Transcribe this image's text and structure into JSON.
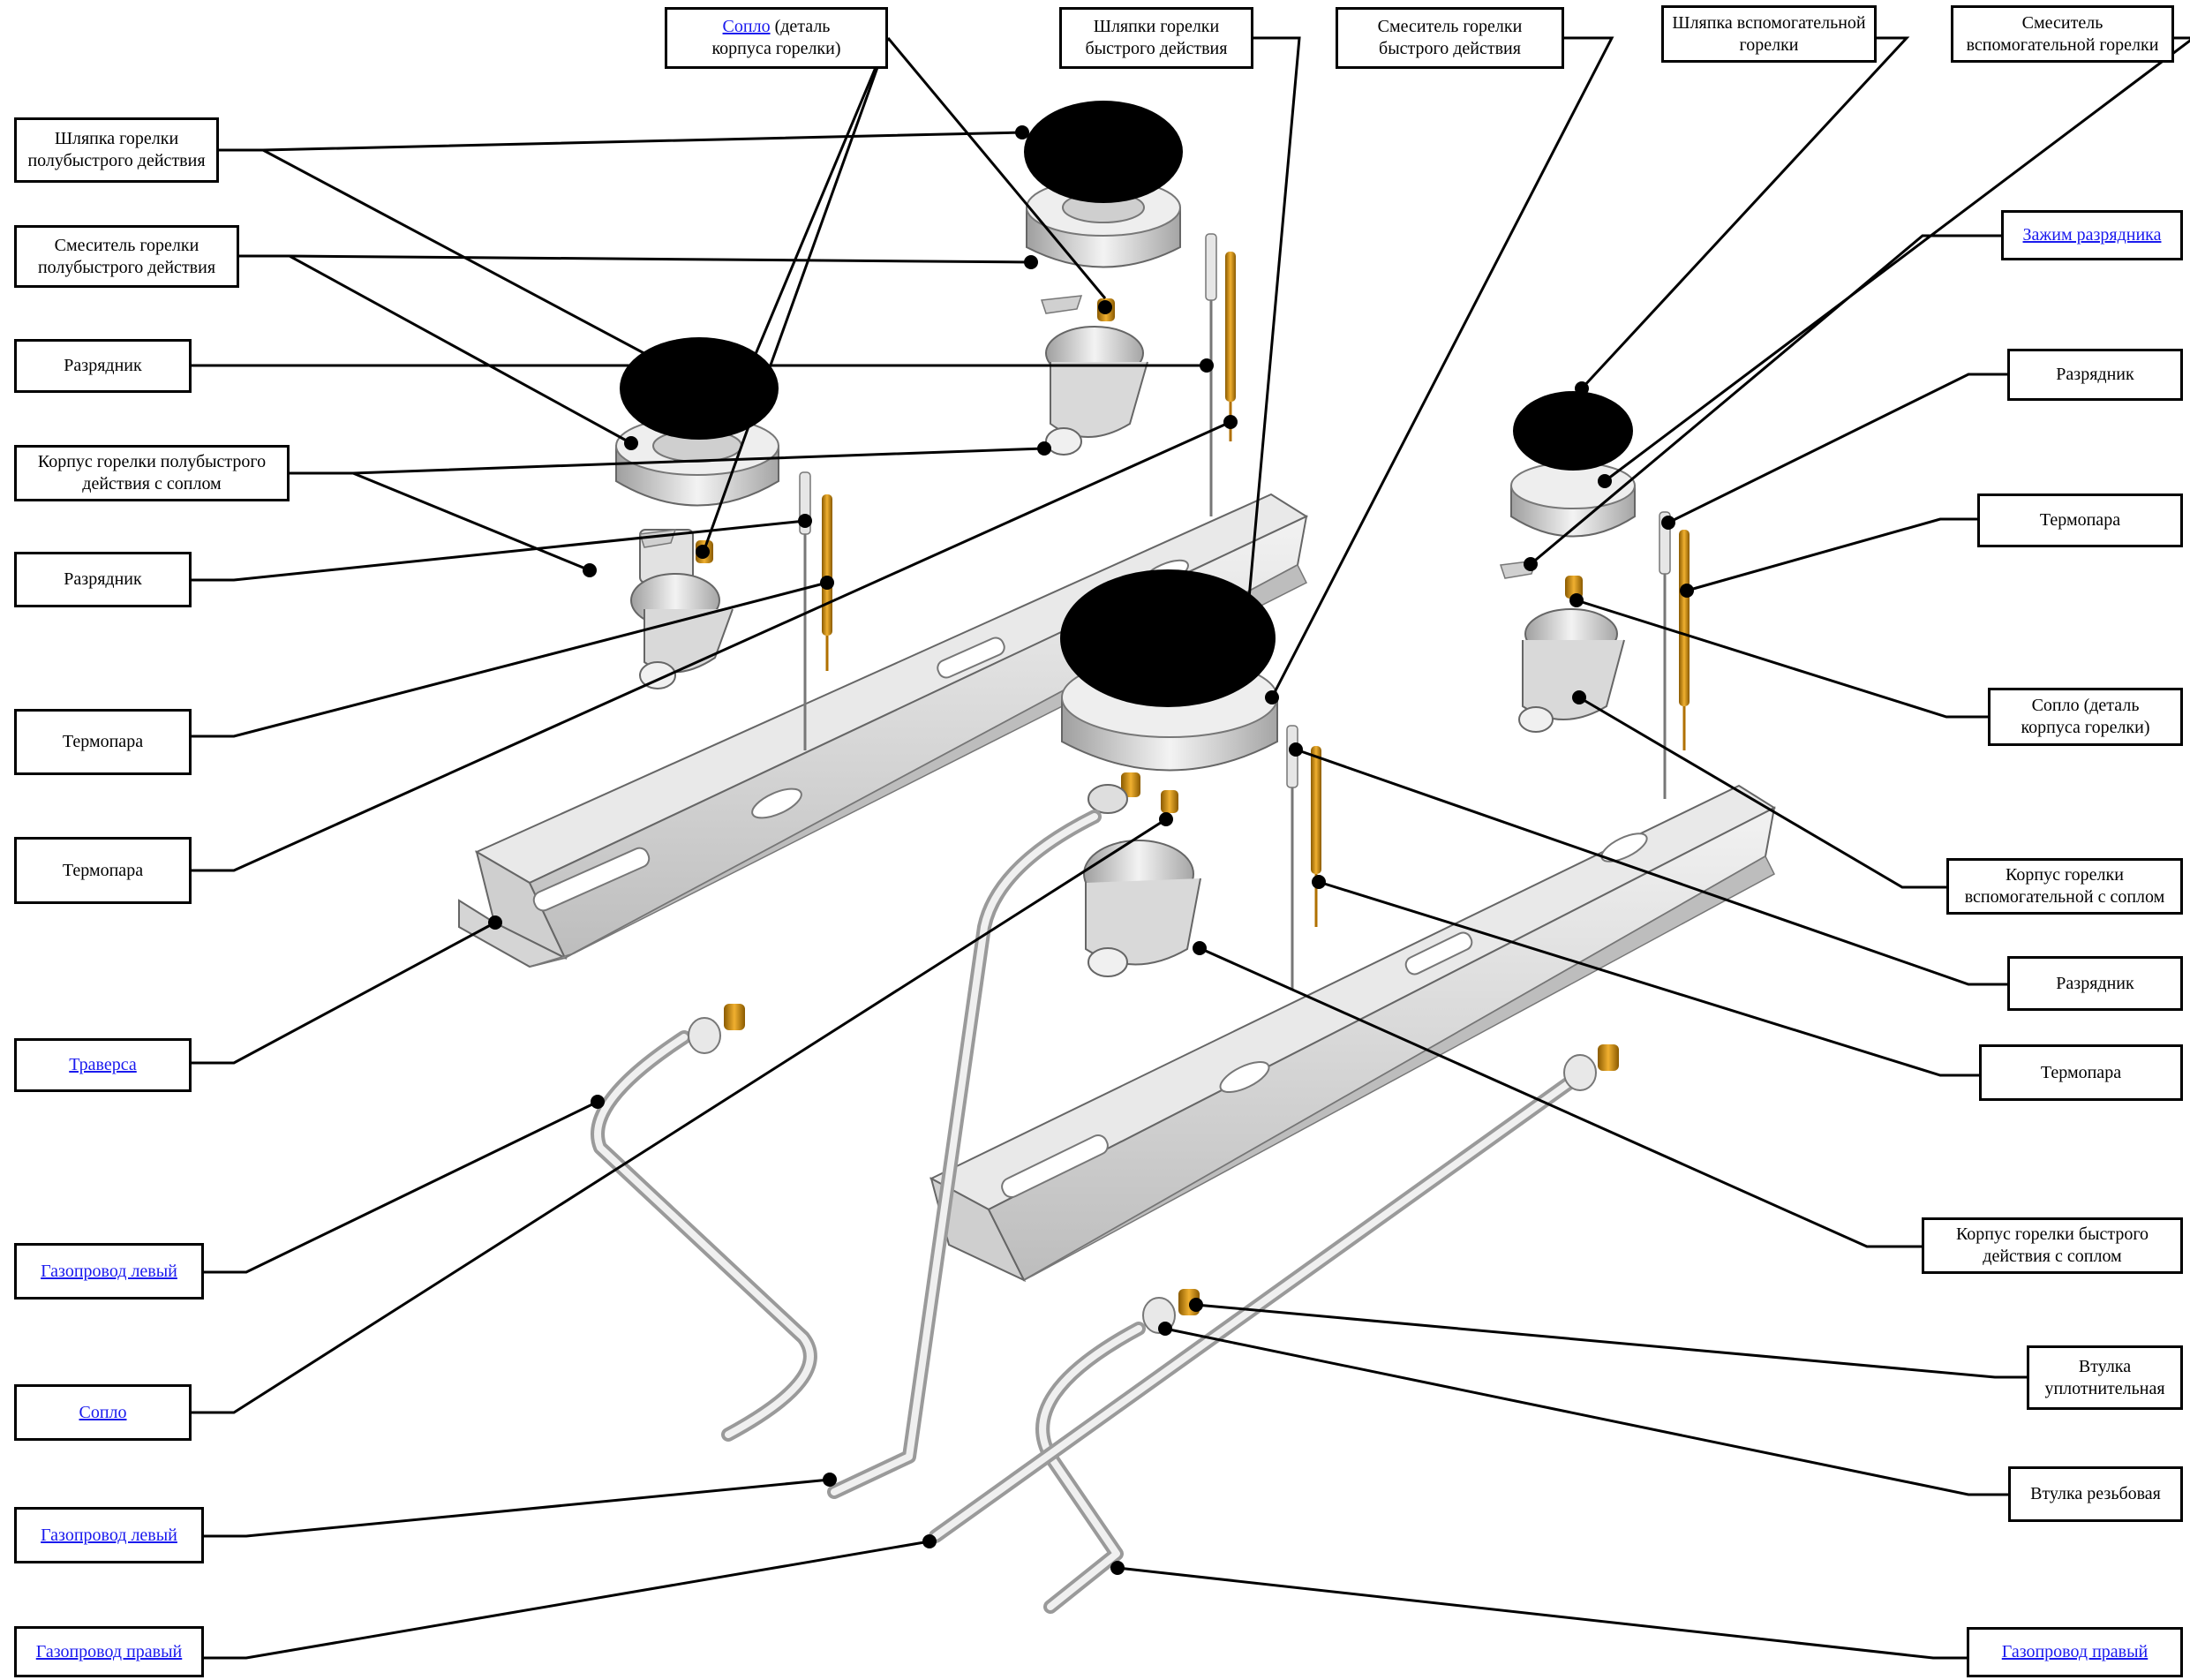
{
  "labels": {
    "soplo_top": {
      "link": "Сопло",
      "line1": " (деталь",
      "line2": "корпуса горелки)"
    },
    "shlyapki_fast": {
      "line1": "Шляпки горелки",
      "line2": "быстрого действия"
    },
    "mixer_fast": {
      "line1": "Смеситель горелки",
      "line2": "быстрого действия"
    },
    "shlyapka_aux": {
      "line1": "Шляпка вспомогательной",
      "line2": "горелки"
    },
    "mixer_aux": {
      "line1": "Смеситель",
      "line2": "вспомогательной горелки"
    },
    "shlyapka_semi": {
      "line1": "Шляпка горелки",
      "line2": "полубыстрого действия"
    },
    "mixer_semi": {
      "line1": "Смеситель горелки",
      "line2": "полубыстрого действия"
    },
    "razryadnik_l1": "Разрядник",
    "korpus_semi": {
      "line1": "Корпус горелки полубыстрого",
      "line2": "действия с соплом"
    },
    "razryadnik_l2": "Разрядник",
    "termopara_l1": "Термопара",
    "termopara_l2": "Термопара",
    "traversa": "Траверса",
    "gazoprovod_left1": "Газопровод левый",
    "soplo_left": "Сопло",
    "gazoprovod_left2": "Газопровод левый",
    "gazoprovod_right_l": "Газопровод правый",
    "zazhim": "Зажим разрядника",
    "razryadnik_r1": "Разрядник",
    "termopara_r1": "Термопара",
    "soplo_right": {
      "line1": "Сопло (деталь",
      "line2": "корпуса горелки)"
    },
    "korpus_aux": {
      "line1": "Корпус горелки",
      "line2": "вспомогательной с соплом"
    },
    "razryadnik_r2": "Разрядник",
    "termopara_r2": "Термопара",
    "korpus_fast": {
      "line1": "Корпус горелки быстрого",
      "line2": "действия с соплом"
    },
    "vtulka_upl": {
      "line1": "Втулка",
      "line2": "уплотнительная"
    },
    "vtulka_rez": "Втулка резьбовая",
    "gazoprovod_right_r": "Газопровод правый"
  },
  "colors": {
    "link": "#1a1aee",
    "cap": "#000000",
    "metal": "#d9d9d9",
    "metal_dark": "#9a9a9a",
    "brass": "#c8860a",
    "line": "#000000"
  }
}
